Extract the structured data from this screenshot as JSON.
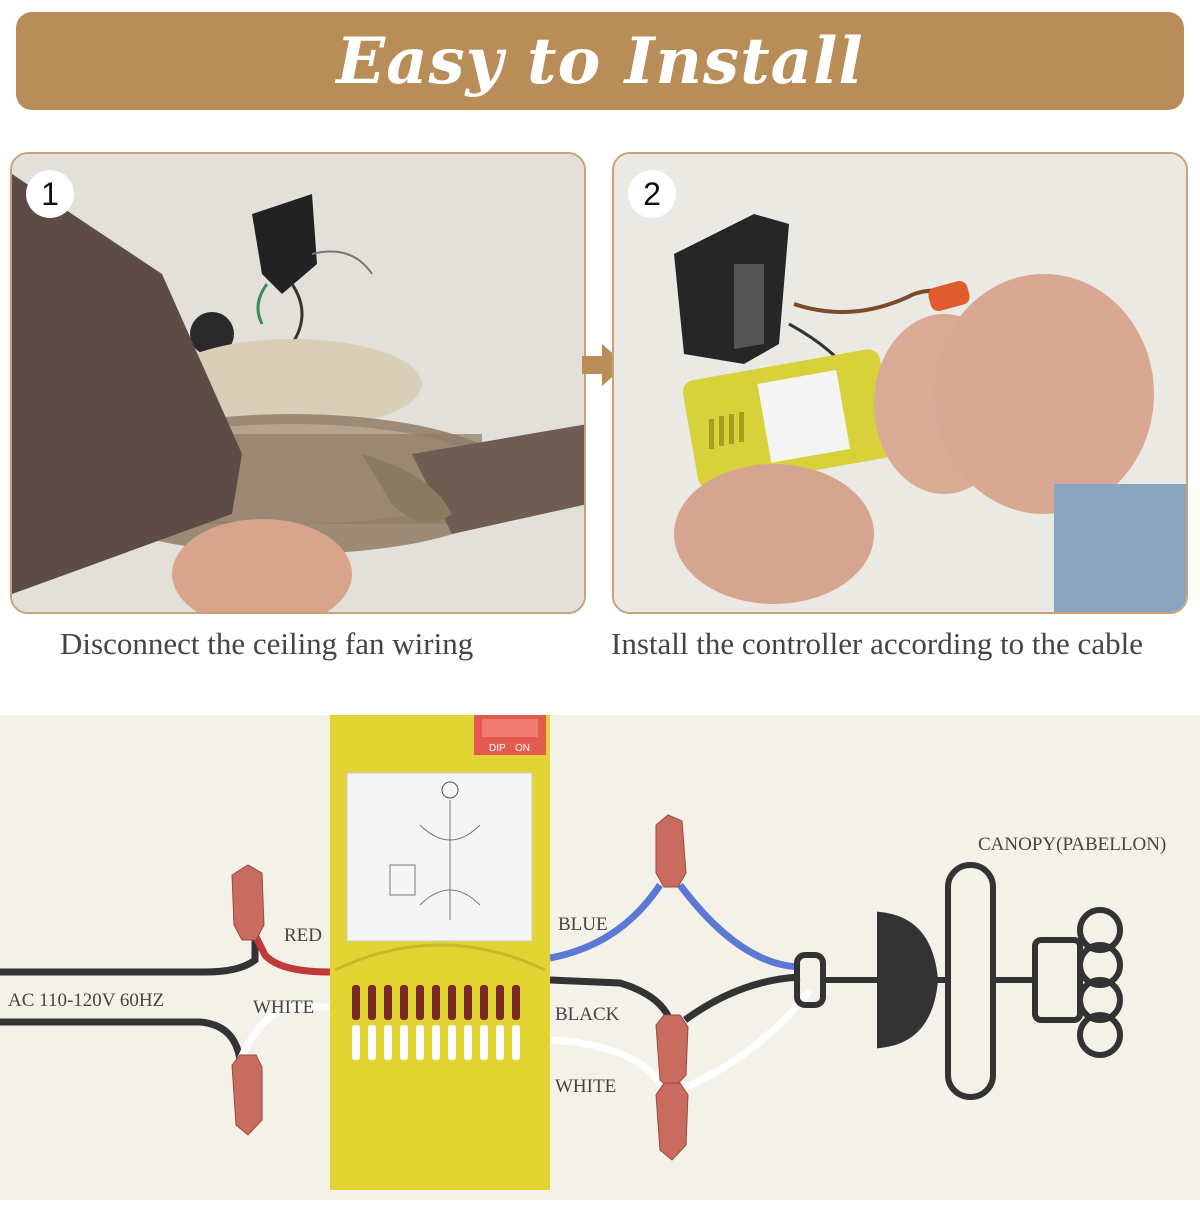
{
  "banner": {
    "title": "Easy to Install"
  },
  "steps": [
    {
      "number": "1",
      "caption": "Disconnect the ceiling fan wiring"
    },
    {
      "number": "2",
      "caption": "Install the controller according to the cable"
    }
  ],
  "diagram": {
    "power_label": "AC 110-120V 60HZ",
    "input_wires": {
      "red": "RED",
      "white": "WHITE"
    },
    "output_wires": {
      "blue": "BLUE",
      "black": "BLACK",
      "white": "WHITE"
    },
    "canopy_label": "CANOPY(PABELLON)",
    "dip_switch": {
      "on": "ON",
      "dip": "DIP"
    }
  },
  "colors": {
    "banner": "#b88d57",
    "photo_border": "#c8a07a",
    "controller": "#e2d432",
    "wire_red": "#c0393b",
    "wire_blue": "#5b79d4",
    "wire_black": "#333333",
    "wire_nut": "#c96b5e"
  }
}
